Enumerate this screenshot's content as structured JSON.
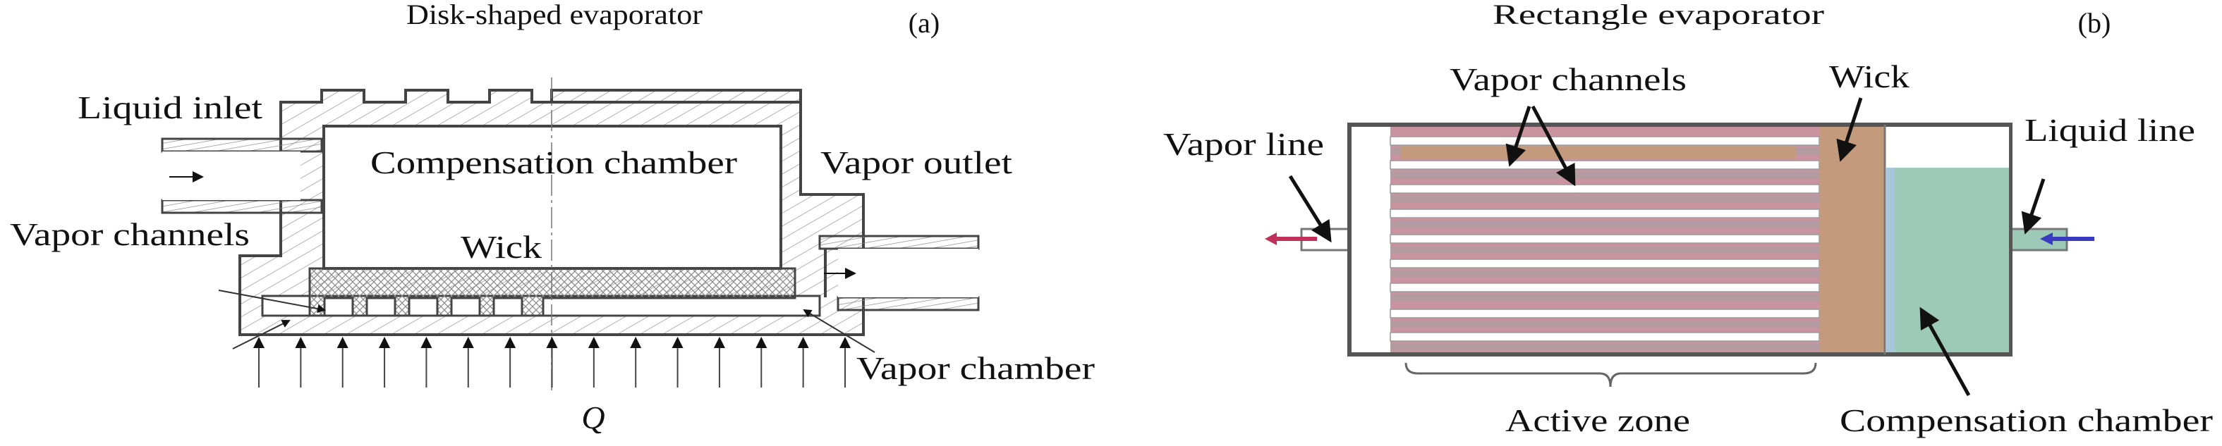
{
  "panel_a": {
    "title": "Disk-shaped evaporator",
    "tag": "(a)",
    "labels": {
      "liquid_inlet": "Liquid inlet",
      "compensation_chamber": "Compensation chamber",
      "vapor_outlet": "Vapor outlet",
      "vapor_channels": "Vapor channels",
      "wick": "Wick",
      "vapor_chamber": "Vapor chamber",
      "heat": "Q"
    }
  },
  "panel_b": {
    "title": "Rectangle evaporator",
    "tag": "(b)",
    "labels": {
      "vapor_channels": "Vapor channels",
      "wick": "Wick",
      "liquid_line": "Liquid line",
      "vapor_line": "Vapor line",
      "active_zone": "Active zone",
      "compensation_chamber": "Compensation chamber"
    },
    "colors": {
      "body": "#c9939f",
      "wick": "#c49a7c",
      "liquid": "#9dcab8",
      "liquid_edge": "#a8c6da",
      "channel_shadow": "#a3a3a3",
      "vapor_arrow": "#c0305a",
      "liquid_arrow": "#3a3ac0"
    }
  }
}
